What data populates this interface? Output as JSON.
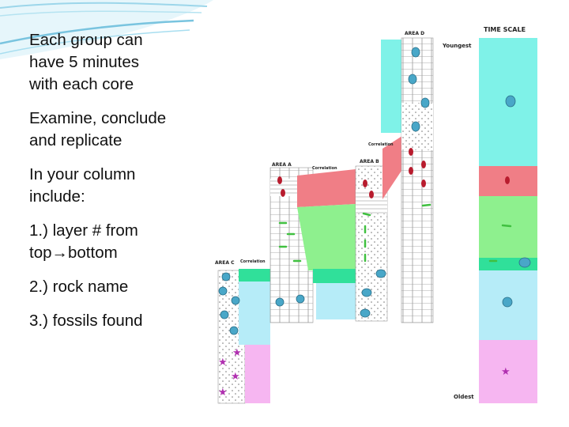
{
  "instructions": {
    "para1": [
      "Each group can",
      "have 5 minutes",
      "with each core"
    ],
    "para2": [
      "Examine, conclude",
      "and replicate"
    ],
    "para3": [
      "In your column",
      "include:"
    ],
    "item1": [
      "1.) layer # from",
      "top",
      "bottom"
    ],
    "item1_arrow": "→",
    "item2": "2.) rock name",
    "item3": "3.) fossils found"
  },
  "figure": {
    "area_a": "AREA A",
    "area_b": "AREA B",
    "area_c": "AREA C",
    "correlation": "Correlation",
    "time_scale": "TIME SCALE",
    "youngest": "Youngest",
    "oldest": "Oldest"
  },
  "colors": {
    "cyan": "#7ff2e8",
    "red": "#f07e86",
    "green": "#8ef08e",
    "light_blue": "#b6ecf8",
    "pink": "#f6b6f1",
    "band_green": "#30e09a",
    "trilobite": "#49a7c8",
    "brachiopod": "#b81c2e",
    "crinoid": "#40c040",
    "star": "#b030b0"
  }
}
